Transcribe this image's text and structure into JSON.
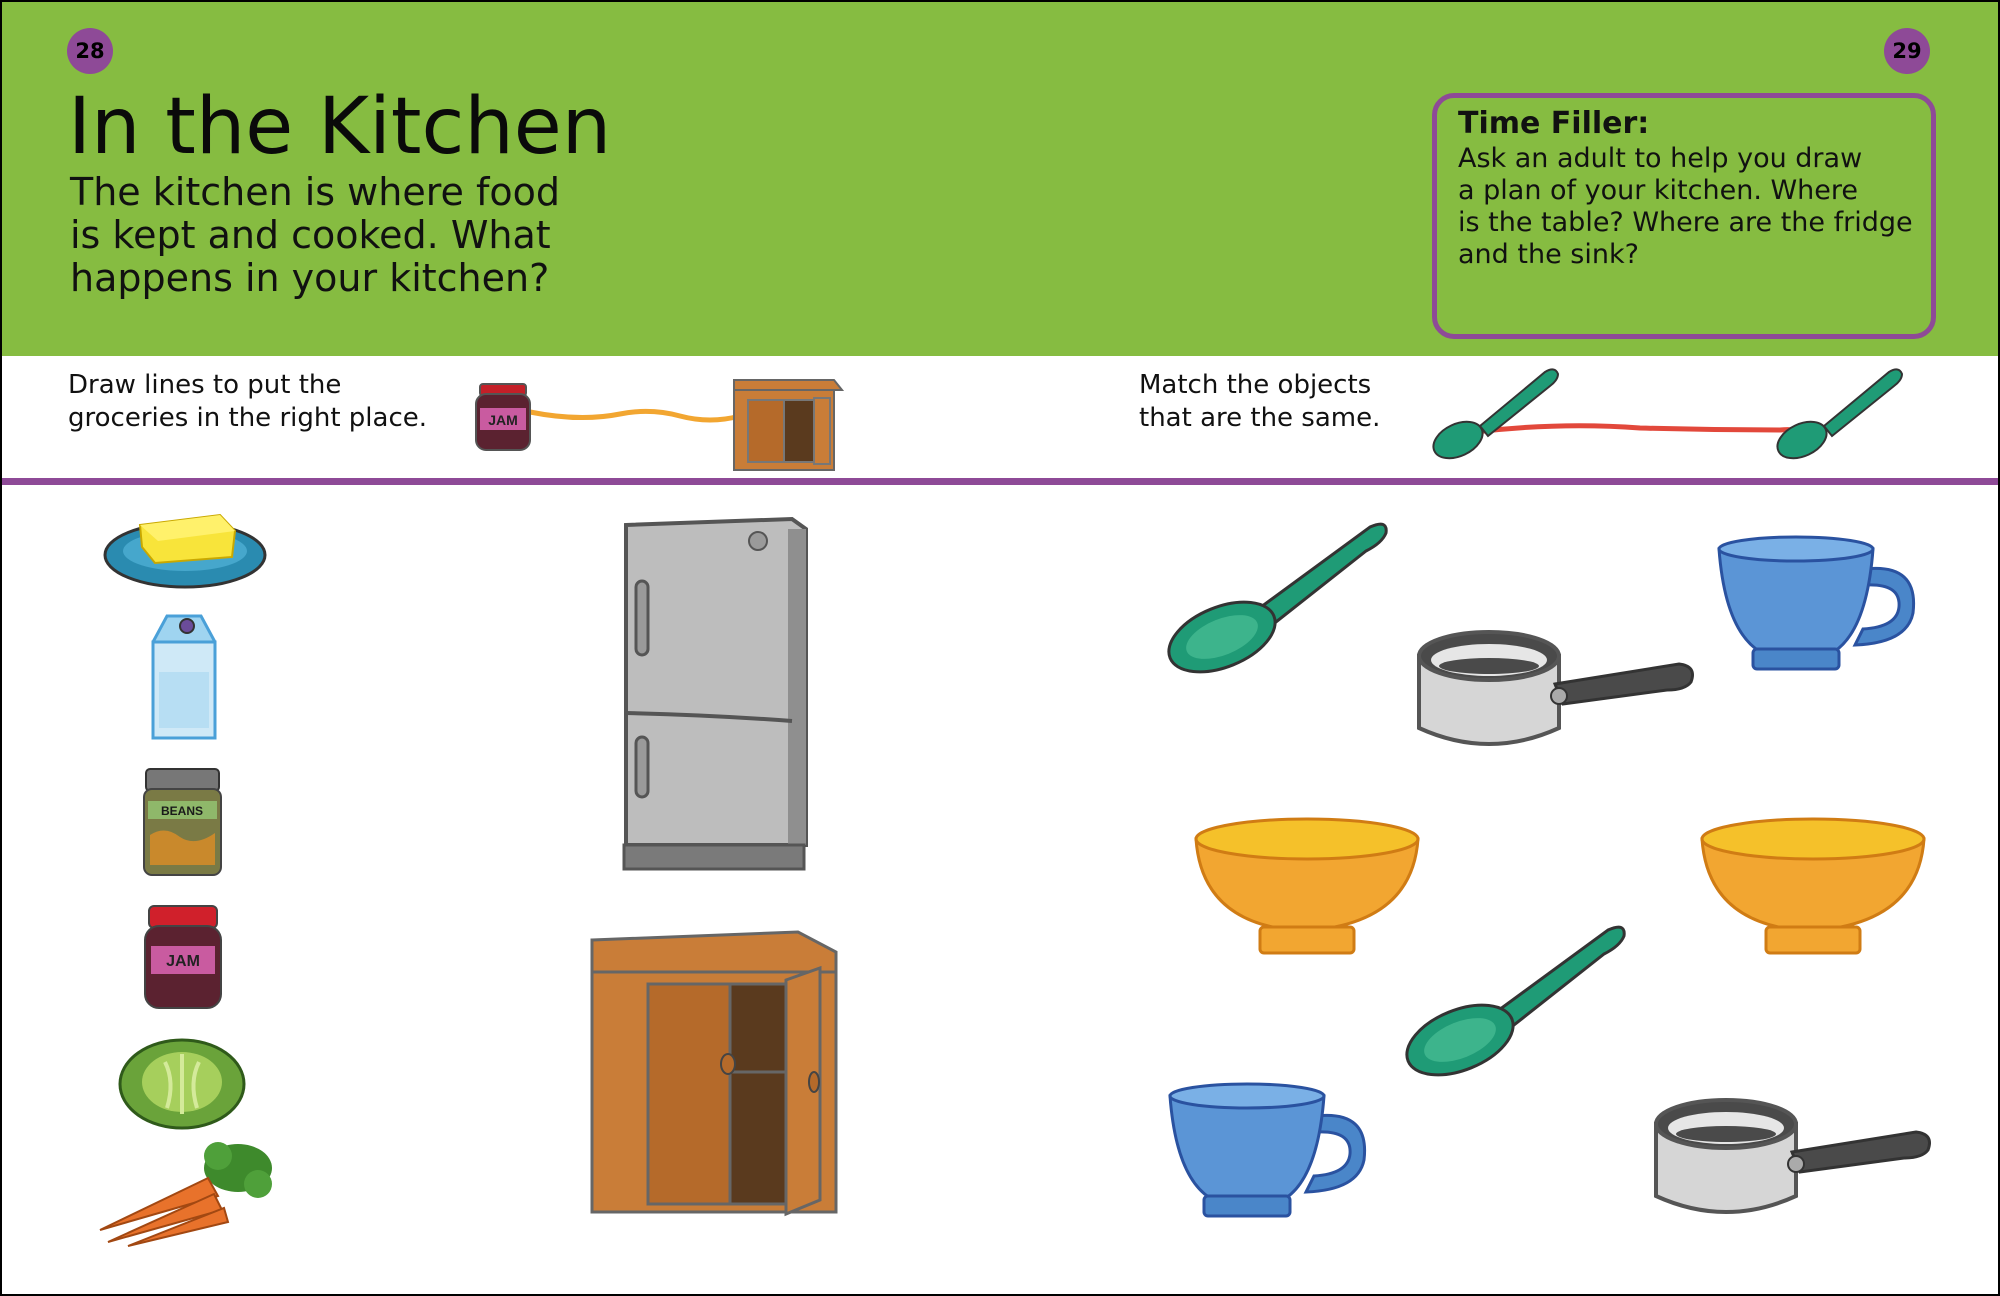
{
  "page_numbers": {
    "left": "28",
    "right": "29"
  },
  "title": "In the Kitchen",
  "intro_lines": [
    "The kitchen is where food",
    "is kept and cooked. What",
    "happens in your kitchen?"
  ],
  "time_filler": {
    "title": "Time Filler:",
    "lines": [
      "Ask an adult to help you draw",
      "a plan of your kitchen. Where",
      "is the table? Where are the fridge",
      "and the sink?"
    ]
  },
  "instructions": {
    "groceries": [
      "Draw lines to put the",
      "groceries in the right place."
    ],
    "match": [
      "Match the objects",
      "that are the same."
    ]
  },
  "labels": {
    "jam": "JAM",
    "beans": "BEANS"
  },
  "colors": {
    "header_green": "#86bc41",
    "accent_purple": "#8e4a97",
    "line_orange": "#f2a631",
    "line_red": "#e2483b"
  },
  "groceries": [
    "butter",
    "milk-carton",
    "beans-jar",
    "jam-jar",
    "lettuce",
    "carrots"
  ],
  "storage": [
    "fridge",
    "cupboard"
  ],
  "match_objects": [
    "spoon",
    "saucepan",
    "cup",
    "bowl",
    "bowl",
    "spoon",
    "cup",
    "saucepan"
  ]
}
